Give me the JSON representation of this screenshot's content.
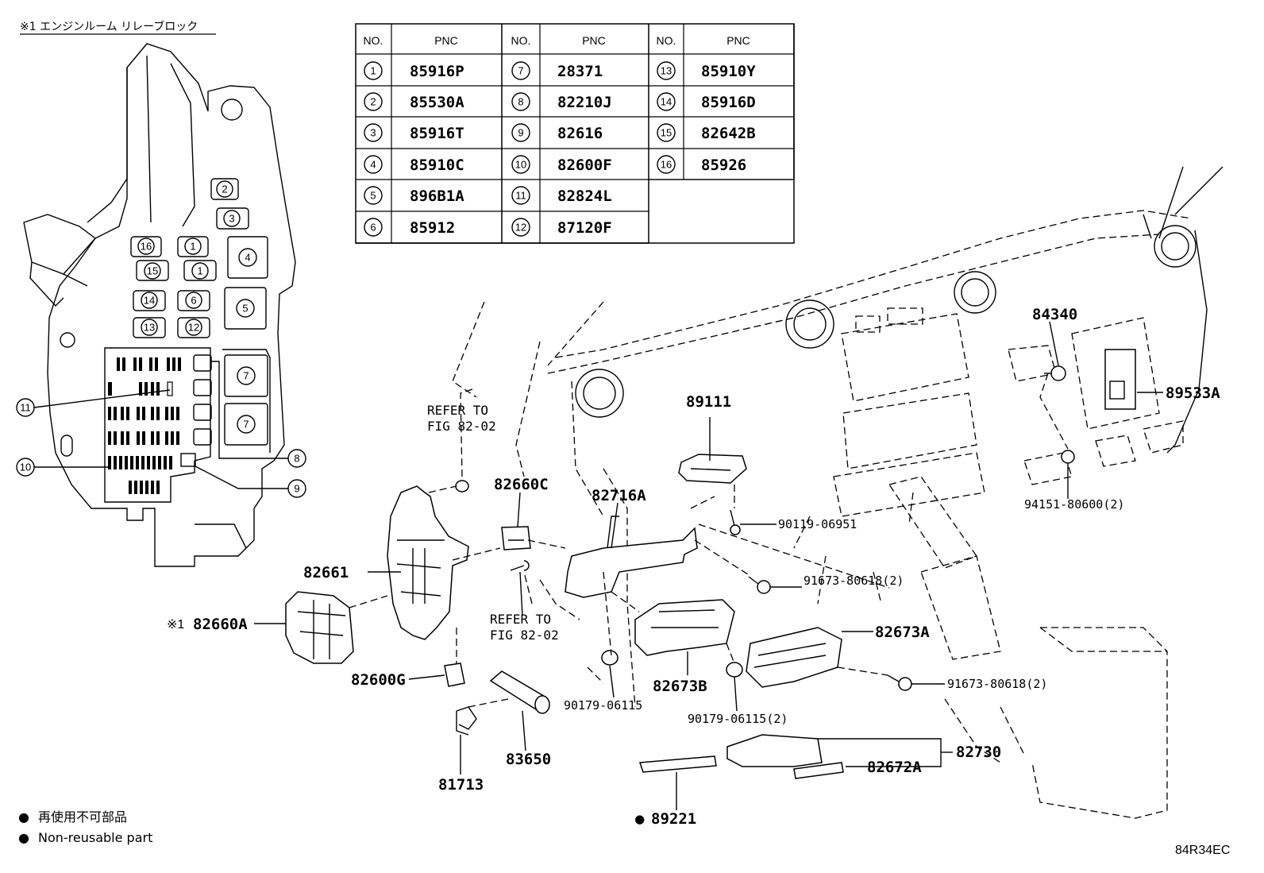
{
  "relay_block_title": "※1 エンジンルーム リレーブロック",
  "table": {
    "headers": [
      "NO.",
      "PNC",
      "NO.",
      "PNC",
      "NO.",
      "PNC"
    ],
    "col1": [
      {
        "no": "1",
        "pnc": "85916P"
      },
      {
        "no": "2",
        "pnc": "85530A"
      },
      {
        "no": "3",
        "pnc": "85916T"
      },
      {
        "no": "4",
        "pnc": "85910C"
      },
      {
        "no": "5",
        "pnc": "896B1A"
      },
      {
        "no": "6",
        "pnc": "85912"
      }
    ],
    "col2": [
      {
        "no": "7",
        "pnc": "28371"
      },
      {
        "no": "8",
        "pnc": "82210J"
      },
      {
        "no": "9",
        "pnc": "82616"
      },
      {
        "no": "10",
        "pnc": "82600F"
      },
      {
        "no": "11",
        "pnc": "82824L"
      },
      {
        "no": "12",
        "pnc": "87120F"
      }
    ],
    "col3": [
      {
        "no": "13",
        "pnc": "85910Y"
      },
      {
        "no": "14",
        "pnc": "85916D"
      },
      {
        "no": "15",
        "pnc": "82642B"
      },
      {
        "no": "16",
        "pnc": "85926"
      }
    ]
  },
  "relay_block_callouts": {
    "c1a": "1",
    "c1b": "1",
    "c2": "2",
    "c3": "3",
    "c4": "4",
    "c5": "5",
    "c6": "6",
    "c7a": "7",
    "c7b": "7",
    "c8": "8",
    "c9": "9",
    "c10": "10",
    "c11": "11",
    "c12": "12",
    "c13": "13",
    "c14": "14",
    "c15": "15",
    "c16": "16"
  },
  "parts": {
    "p89111": "89111",
    "p84340": "84340",
    "p89533A": "89533A",
    "p82716A": "82716A",
    "p82660C": "82660C",
    "p82661": "82661",
    "p82660A_mark": "※1",
    "p82660A": "82660A",
    "p82600G": "82600G",
    "p81713": "81713",
    "p83650": "83650",
    "p89221_mark": "●",
    "p89221": "89221",
    "p82673A": "82673A",
    "p82673B": "82673B",
    "p82730": "82730",
    "p82672A": "82672A",
    "b90119": "90119-06951",
    "b94151": "94151-80600(2)",
    "b91673a": "91673-80618(2)",
    "b91673b": "91673-80618(2)",
    "b90179a": "90179-06115",
    "b90179b": "90179-06115(2)"
  },
  "refer1": {
    "line1": "REFER TO",
    "line2": "FIG 82-02"
  },
  "refer2": {
    "line1": "REFER TO",
    "line2": "FIG 82-02"
  },
  "legend": {
    "mark": "●",
    "jp": "再使用不可部品",
    "en": "Non-reusable part"
  },
  "figure_code": "84R34EC"
}
